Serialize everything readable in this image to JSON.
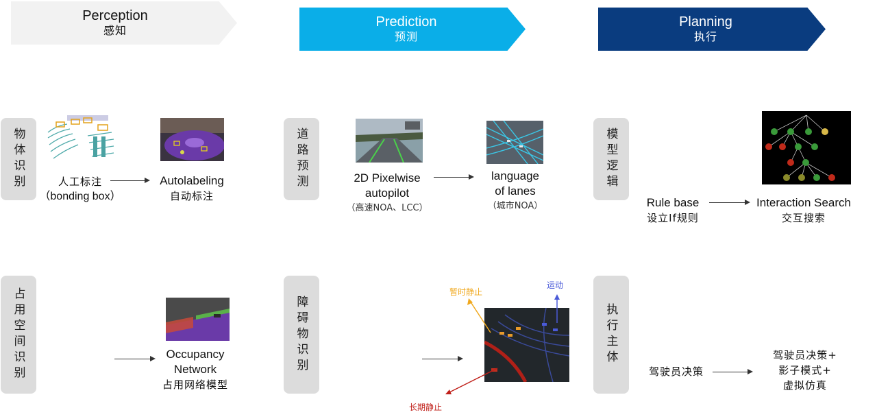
{
  "headers": {
    "perception": {
      "en": "Perception",
      "zh": "感知"
    },
    "prediction": {
      "en": "Prediction",
      "zh": "预测"
    },
    "planning": {
      "en": "Planning",
      "zh": "执行"
    }
  },
  "row1": {
    "perception_box": "物体识别",
    "manual": {
      "line1": "人工标注",
      "line2": "（bonding box）"
    },
    "auto": {
      "en": "Autolabeling",
      "zh": "自动标注"
    },
    "prediction_box": "道路预测",
    "pixelwise": {
      "line1": "2D Pixelwise",
      "line2": "autopilot",
      "sub": "（高速NOA、LCC）"
    },
    "lanes": {
      "line1": "language",
      "line2": "of lanes",
      "sub": "（城市NOA）"
    },
    "planning_box": "模型逻辑",
    "rule": {
      "en": "Rule base",
      "zh": "设立If规则"
    },
    "interaction": {
      "en": "Interaction Search",
      "zh": "交互搜索"
    }
  },
  "row2": {
    "perception_box": "占用空间识别",
    "occupancy": {
      "line1": "Occupancy",
      "line2": "Network",
      "zh": "占用网络模型"
    },
    "prediction_box": "障碍物识别",
    "labels": {
      "temp_static": "暂时静止",
      "moving": "运动",
      "long_static": "长期静止"
    },
    "planning_box": "执行主体",
    "driver": "驾驶员决策",
    "result": {
      "line1": "驾驶员决策+",
      "line2": "影子模式+",
      "line3": "虚拟仿真"
    }
  },
  "colors": {
    "perception_header": "#f2f2f2",
    "prediction_header": "#0aaee8",
    "planning_header": "#0a3c7f",
    "label_box": "#dcdcdc",
    "temp_static_arrow": "#f0a81e",
    "moving_arrow": "#4a5ad8",
    "long_static_arrow": "#c0201a"
  }
}
